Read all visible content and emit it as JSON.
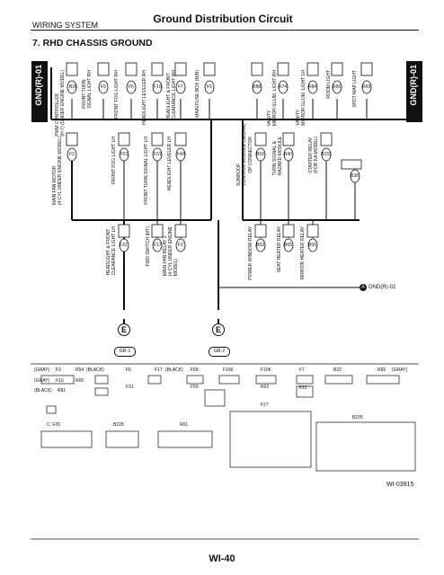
{
  "header": {
    "system": "WIRING SYSTEM",
    "title": "Ground Distribution Circuit",
    "section": "7. RHD CHASSIS GROUND",
    "page": "WI-40",
    "code": "WI-03915"
  },
  "ground_tags": {
    "left": "GND(R)-01",
    "right": "GND(R)-01",
    "a_circle": "A",
    "a_target": "GND(R)-02"
  },
  "top_left_group": [
    {
      "label": "PWM CONTROLLER\n(H-7) (UNDER ENGINE MODEL)",
      "conn": "B26"
    },
    {
      "label": "FRONT TURN\nSIGNAL LIGHT RH",
      "conn": "F9"
    },
    {
      "label": "FRONT FOG LIGHT RH",
      "conn": "F6"
    },
    {
      "label": "HEADLIGHT LEVELER RH",
      "conn": "F10"
    },
    {
      "label": "HEADLIGHT & FRONT\nCLEARANCE LIGHT RH",
      "conn": "F7"
    },
    {
      "label": "MAIN FUSE BOX (M/B)",
      "conn": "F5"
    }
  ],
  "top_right_group": [
    {
      "label": "SUNROOF\nCONTROL MODULE (SEDAN)",
      "conn": "R88"
    },
    {
      "label": "VANITY\nMIRROR ILLUM. LIGHT RH",
      "conn": "R74"
    },
    {
      "label": "VANITY\nMIRROR ILLUM. LIGHT LH",
      "conn": "R84"
    },
    {
      "label": "ROOM LIGHT",
      "conn": "R66"
    },
    {
      "label": "SPOT MAP LIGHT",
      "conn": "R69"
    }
  ],
  "mid_left_group": [
    {
      "label": "MAIN FAN MOTOR\n(4-CYL UNDER ENGINE MODEL)",
      "conn": "F3"
    },
    {
      "label": "FRONT FOG LIGHT LH",
      "conn": "F51"
    },
    {
      "label": "FRONT TURN SIGNAL LIGHT LH",
      "conn": "F31"
    },
    {
      "label": "HEADLIGHT LEVELER LH",
      "conn": "F49"
    }
  ],
  "mid_right_group": [
    {
      "label": "OP CONNECTOR",
      "conn": "B69"
    },
    {
      "label": "TURN SIGNAL &\nHAZARD MODULE",
      "conn": "B40"
    },
    {
      "label": "STARTER RELAY\n(FOR KA MODEL)",
      "conn": "B233"
    },
    {
      "label": "",
      "conn": "B38"
    }
  ],
  "low_left_group": [
    {
      "label": "HEADLIGHT & FRONT\nCLEARANCE LIGHT LH",
      "conn": "F22"
    },
    {
      "label": "FWD SWITCH (MT)",
      "conn": "F17"
    },
    {
      "label": "MAIN FAN RELAY 2\n(4-CYL UNDER ENGINE\nMODEL)",
      "conn": "F2"
    }
  ],
  "low_right_group": [
    {
      "label": "POWER WINDOW RELAY",
      "conn": "B63"
    },
    {
      "label": "SEAT HEATER RELAY",
      "conn": "B65"
    },
    {
      "label": "MIRROR HEATER RELAY",
      "conn": "B55"
    }
  ],
  "grounds": [
    {
      "symbol": "E",
      "label": "GB-1"
    },
    {
      "symbol": "E",
      "label": "GB-2"
    }
  ],
  "connector_legend": {
    "row1": [
      "(GRAY)",
      "F3",
      "R54",
      "(BLACK)",
      "F6",
      "F17",
      "(BLACK)",
      "F58",
      "F166",
      "F106",
      "F7",
      "B22",
      "R65",
      "(GRAY)"
    ],
    "row2": [
      "(GRAY)",
      "F10",
      "R66",
      "F31",
      "F59",
      "R62",
      "F22"
    ],
    "row3": [
      "(BLACK)",
      "R81",
      "F27"
    ],
    "row4": [
      "C: F26",
      "B228",
      "R61",
      "B235"
    ]
  }
}
